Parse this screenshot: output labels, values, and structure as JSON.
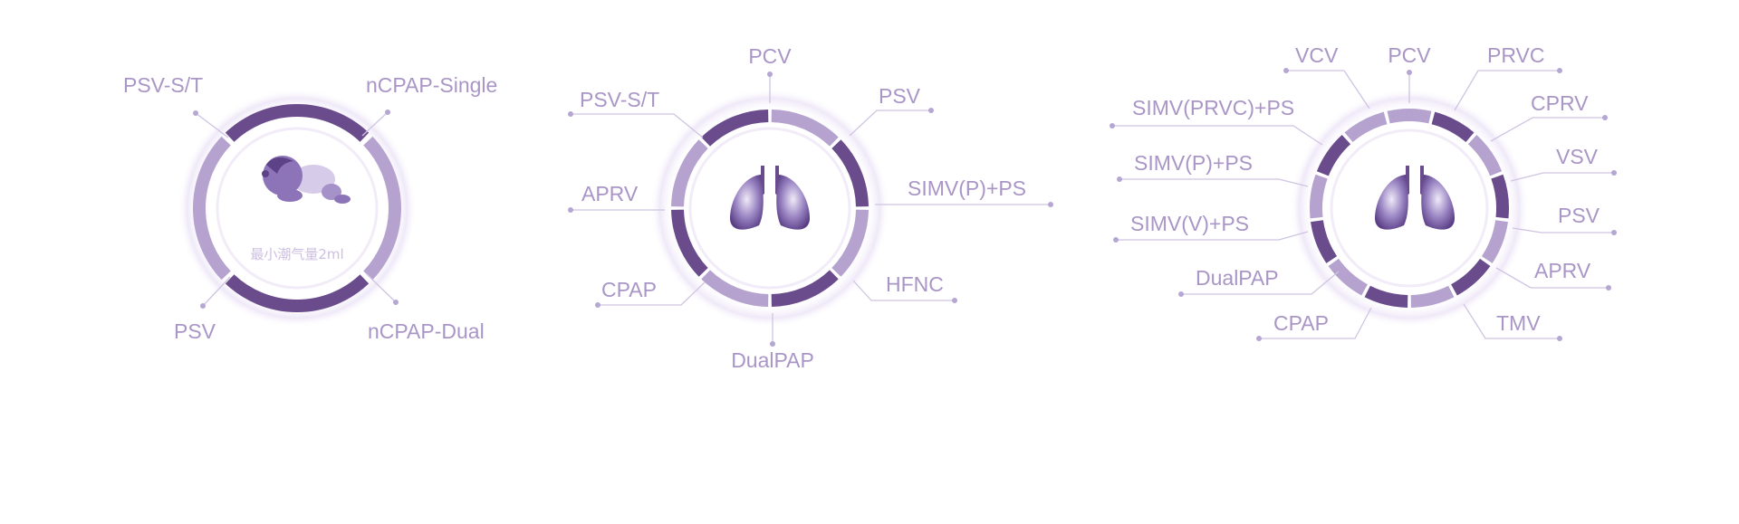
{
  "palette": {
    "dark": "#6a4c8d",
    "light": "#b6a2cf",
    "label": "#a996c6",
    "leader": "#cfc4e2",
    "halo": "#f3eefa"
  },
  "diagrams": [
    {
      "id": "infant",
      "center_icon": "infant-icon",
      "caption": "最小潮气量2ml",
      "segments": [
        {
          "label": "PSV-S/T",
          "tone": "light"
        },
        {
          "label": "nCPAP-Single",
          "tone": "dark"
        },
        {
          "label": "nCPAP-Dual",
          "tone": "light"
        },
        {
          "label": "PSV",
          "tone": "dark"
        }
      ]
    },
    {
      "id": "pediatric",
      "center_icon": "lungs-icon",
      "segments": [
        {
          "label": "PCV",
          "tone": "light"
        },
        {
          "label": "PSV",
          "tone": "dark"
        },
        {
          "label": "SIMV(P)+PS",
          "tone": "light"
        },
        {
          "label": "HFNC",
          "tone": "dark"
        },
        {
          "label": "DualPAP",
          "tone": "light"
        },
        {
          "label": "CPAP",
          "tone": "dark"
        },
        {
          "label": "APRV",
          "tone": "light"
        },
        {
          "label": "PSV-S/T",
          "tone": "dark"
        }
      ]
    },
    {
      "id": "adult",
      "center_icon": "lungs-icon",
      "segments": [
        {
          "label": "PCV",
          "tone": "light"
        },
        {
          "label": "PRVC",
          "tone": "dark"
        },
        {
          "label": "CPRV",
          "tone": "light"
        },
        {
          "label": "VSV",
          "tone": "dark"
        },
        {
          "label": "PSV",
          "tone": "light"
        },
        {
          "label": "APRV",
          "tone": "dark"
        },
        {
          "label": "TMV",
          "tone": "light"
        },
        {
          "label": "CPAP",
          "tone": "dark"
        },
        {
          "label": "DualPAP",
          "tone": "light"
        },
        {
          "label": "SIMV(V)+PS",
          "tone": "dark"
        },
        {
          "label": "SIMV(P)+PS",
          "tone": "light"
        },
        {
          "label": "SIMV(PRVC)+PS",
          "tone": "dark"
        },
        {
          "label": "VCV",
          "tone": "light"
        }
      ]
    }
  ]
}
